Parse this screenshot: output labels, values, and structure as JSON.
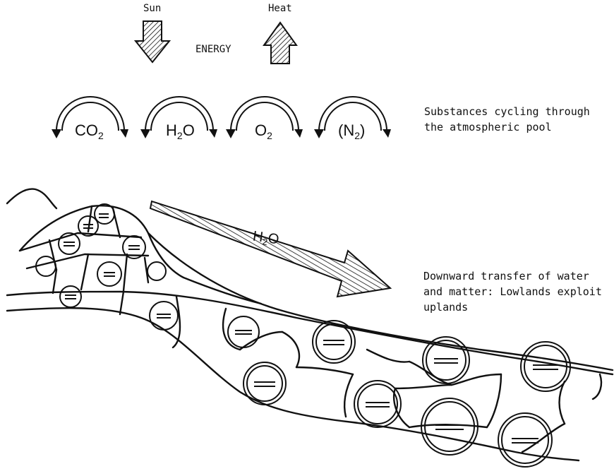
{
  "energy": {
    "sun_label": "Sun",
    "heat_label": "Heat",
    "energy_label": "ENERGY"
  },
  "atmospheric_cycles": [
    {
      "symbol": "CO",
      "subscript": "2",
      "suffix": ""
    },
    {
      "symbol": "H",
      "subscript": "2",
      "suffix": "O"
    },
    {
      "symbol": "O",
      "subscript": "2",
      "suffix": ""
    },
    {
      "symbol": "(N",
      "subscript": "2",
      "suffix": ")"
    }
  ],
  "atmospheric_caption": {
    "line1": "Substances cycling through",
    "line2": "the atmospheric pool"
  },
  "water_arrow": {
    "symbol": "H",
    "subscript": "2",
    "suffix": "O"
  },
  "transfer_caption": {
    "line1": "Downward transfer of water",
    "line2": "and matter: Lowlands exploit",
    "line3": "uplands"
  },
  "colors": {
    "ink": "#111111",
    "background": "#ffffff"
  },
  "icons": [
    "sun-arrow-down-icon",
    "heat-arrow-up-icon",
    "cycle-arc-icon",
    "water-transfer-arrow-icon",
    "nutrient-cycle-icon"
  ]
}
